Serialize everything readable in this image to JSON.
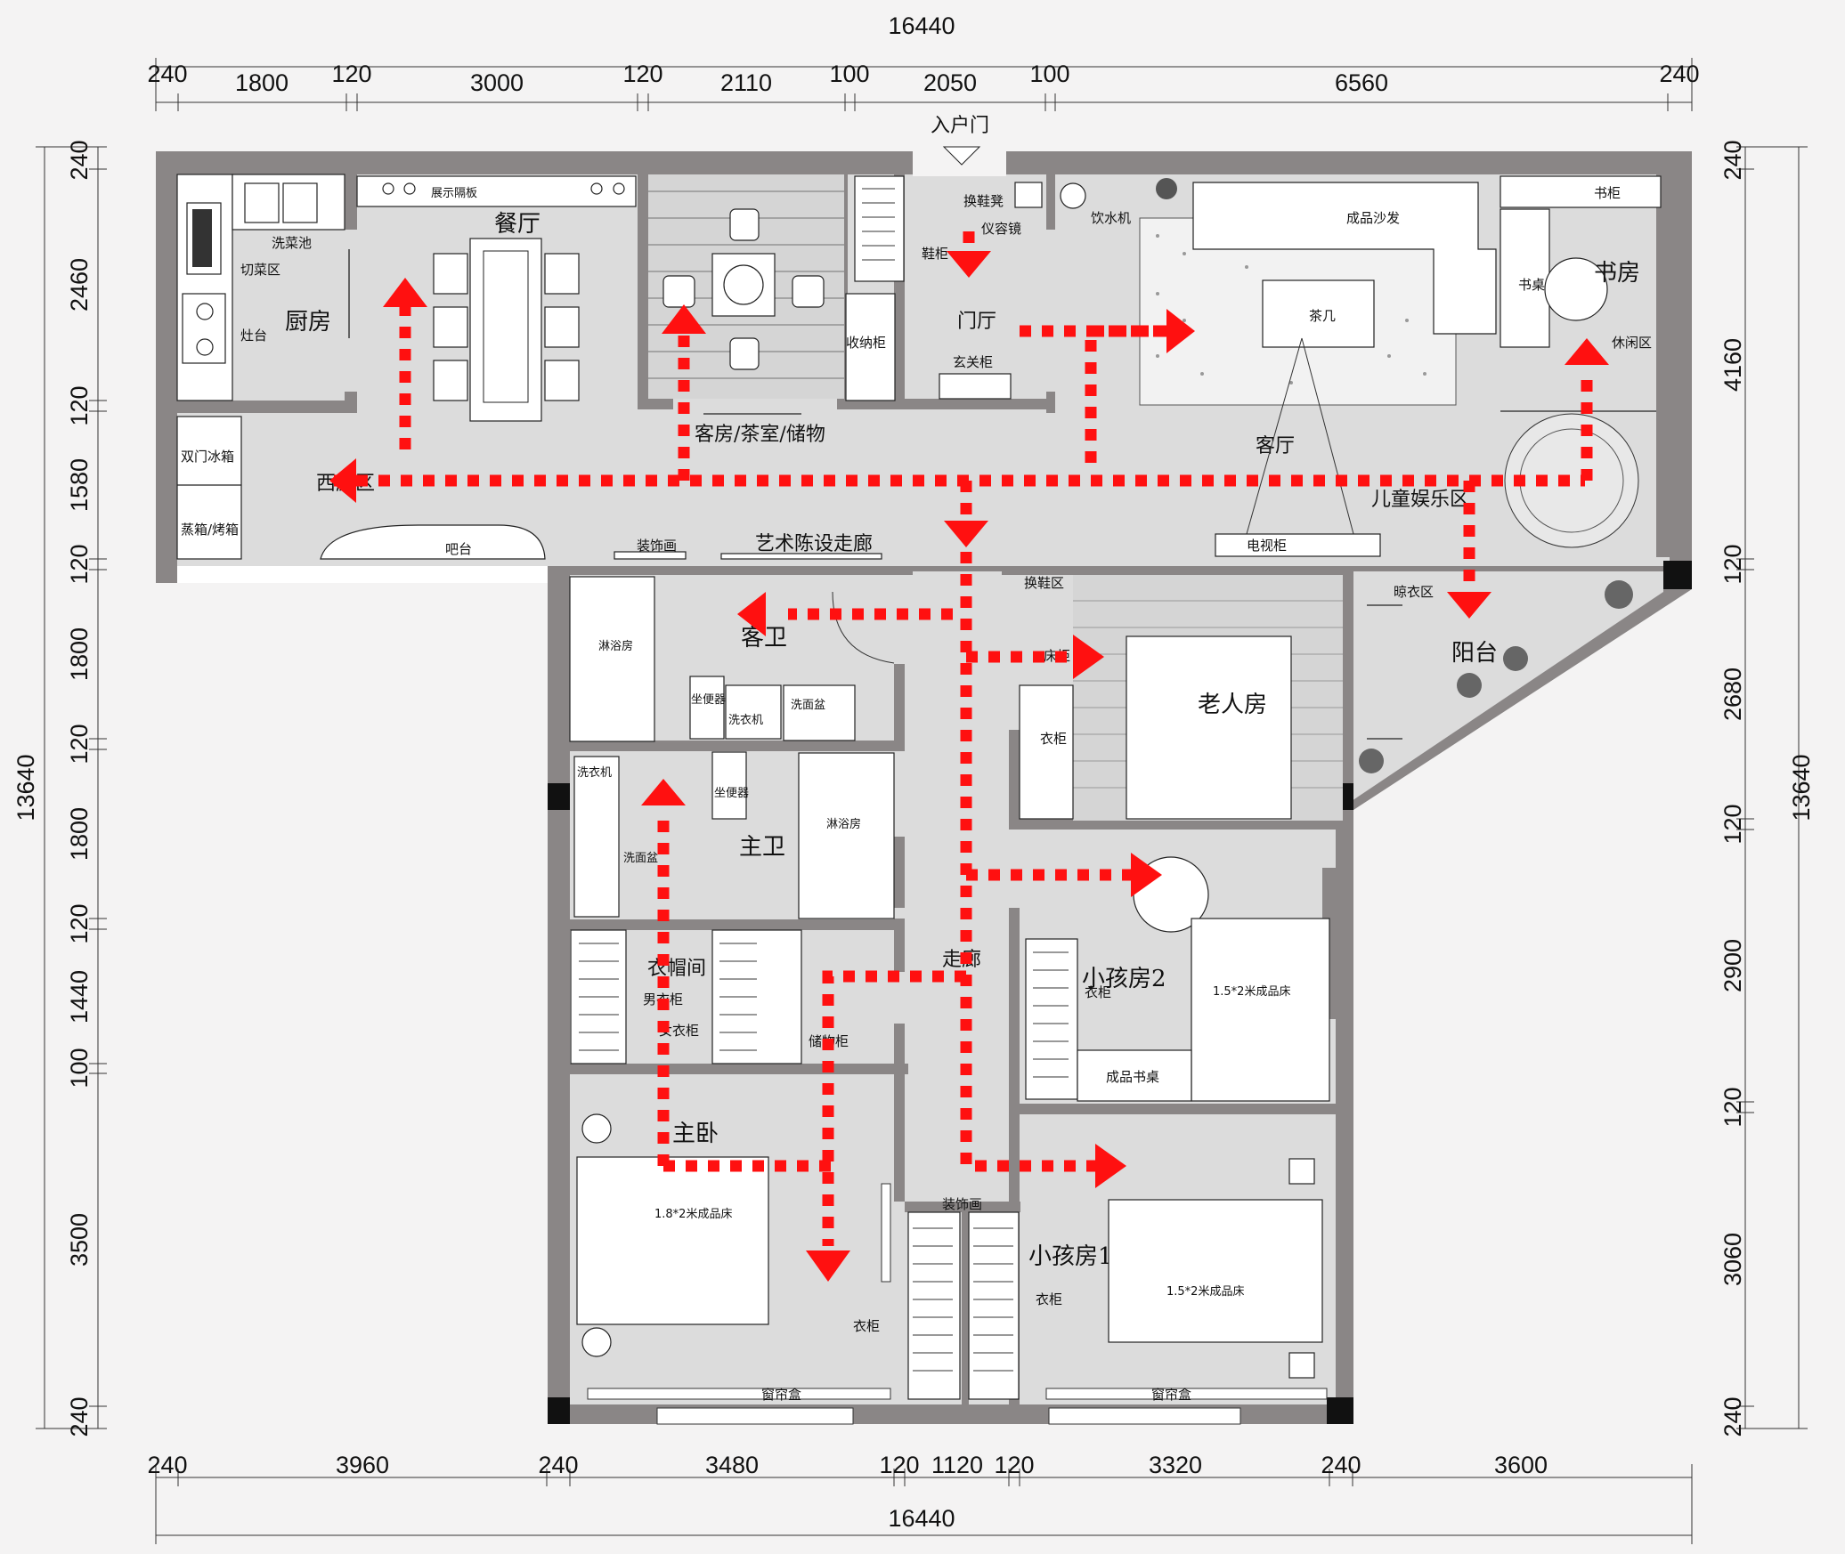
{
  "dimensions": {
    "top_total": "16440",
    "top": [
      "240",
      "1800",
      "120",
      "3000",
      "120",
      "2110",
      "100",
      "2050",
      "100",
      "6560",
      "240"
    ],
    "bottom_total": "16440",
    "bottom": [
      "240",
      "3960",
      "240",
      "3480",
      "120",
      "1120",
      "120",
      "3320",
      "240",
      "3600"
    ],
    "left_total": "13640",
    "left": [
      "240",
      "2460",
      "120",
      "1580",
      "120",
      "1800",
      "120",
      "1800",
      "120",
      "1440",
      "100",
      "3500",
      "240"
    ],
    "right_total": "13640",
    "right": [
      "240",
      "4160",
      "120",
      "2680",
      "120",
      "2900",
      "120",
      "3060",
      "240"
    ]
  },
  "rooms": {
    "entry_door": "入户门",
    "kitchen": "厨房",
    "dining": "餐厅",
    "guest_tea": "客房/茶室/储物",
    "foyer": "门厅",
    "living": "客厅",
    "study": "书房",
    "western_kitchen": "西厨区",
    "kids_play": "儿童娱乐区",
    "art_corridor": "艺术陈设走廊",
    "guest_bath": "客卫",
    "elder_room": "老人房",
    "balcony": "阳台",
    "master_bath": "主卫",
    "cloakroom": "衣帽间",
    "corridor": "走廊",
    "kid_room_2": "小孩房2",
    "master_bed": "主卧",
    "kid_room_1": "小孩房1"
  },
  "labels": {
    "sink": "洗菜池",
    "cut": "切菜区",
    "stove": "灶台",
    "display": "展示隔板",
    "shoe_bench": "换鞋凳",
    "mirror": "仪容镜",
    "shoe_cab": "鞋柜",
    "storage_cab": "收纳柜",
    "porch_cab": "玄关柜",
    "water": "饮水机",
    "sofa": "成品沙发",
    "tea_table": "茶几",
    "bookcase": "书柜",
    "desk": "书桌",
    "leisure": "休闲区",
    "fridge": "双门冰箱",
    "oven": "蒸箱/烤箱",
    "bar": "吧台",
    "decor1": "装饰画",
    "tv": "电视柜",
    "shower1": "淋浴房",
    "toilet": "坐便器",
    "washer": "洗衣机",
    "basin": "洗面盆",
    "shoe_change": "换鞋区",
    "bed_cab": "床柜",
    "wardrobe": "衣柜",
    "dry": "晾衣区",
    "mens": "男衣柜",
    "womens": "女衣柜",
    "storage": "储物柜",
    "bed_master": "1.8*2米成品床",
    "bed_kid": "1.5*2米成品床",
    "desk_kid": "成品书桌",
    "decor2": "装饰画",
    "curtain": "窗帘盒"
  },
  "colors": {
    "wall": "#8a8686",
    "floor": "#dcdcdc",
    "route": "#ff1010"
  }
}
